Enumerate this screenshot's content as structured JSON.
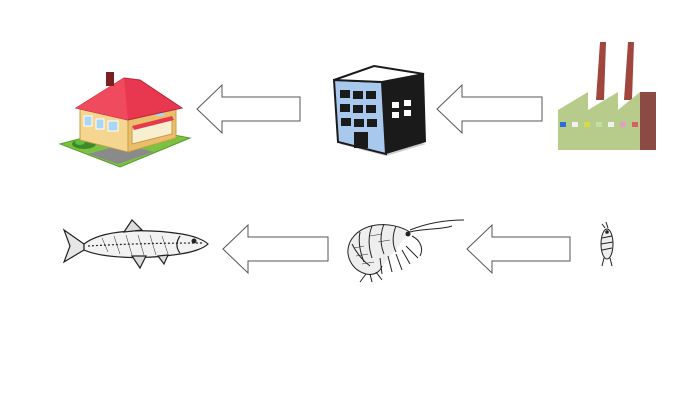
{
  "diagram": {
    "rows": [
      {
        "id": "supply-chain",
        "nodes": [
          {
            "id": "house",
            "icon": "house-icon"
          },
          {
            "id": "office-building",
            "icon": "office-building-icon"
          },
          {
            "id": "factory",
            "icon": "factory-icon"
          }
        ]
      },
      {
        "id": "food-chain",
        "nodes": [
          {
            "id": "fish",
            "icon": "fish-icon"
          },
          {
            "id": "krill",
            "icon": "shrimp-icon"
          },
          {
            "id": "plankton",
            "icon": "plankton-icon"
          }
        ]
      }
    ],
    "arrows": [
      {
        "from": "office-building",
        "to": "house",
        "direction": "left"
      },
      {
        "from": "factory",
        "to": "office-building",
        "direction": "left"
      },
      {
        "from": "krill",
        "to": "fish",
        "direction": "left"
      },
      {
        "from": "plankton",
        "to": "krill",
        "direction": "left"
      }
    ],
    "colors": {
      "roof": "#e8384f",
      "house_wall": "#f4d690",
      "lawn": "#7cc242",
      "building_front": "#a9c8ee",
      "building_side": "#1a1a1a",
      "factory_body": "#b7cc8a",
      "factory_side": "#8b4a43",
      "chimney": "#a0463d",
      "arrow_stroke": "#555555",
      "sketch": "#222222"
    }
  }
}
